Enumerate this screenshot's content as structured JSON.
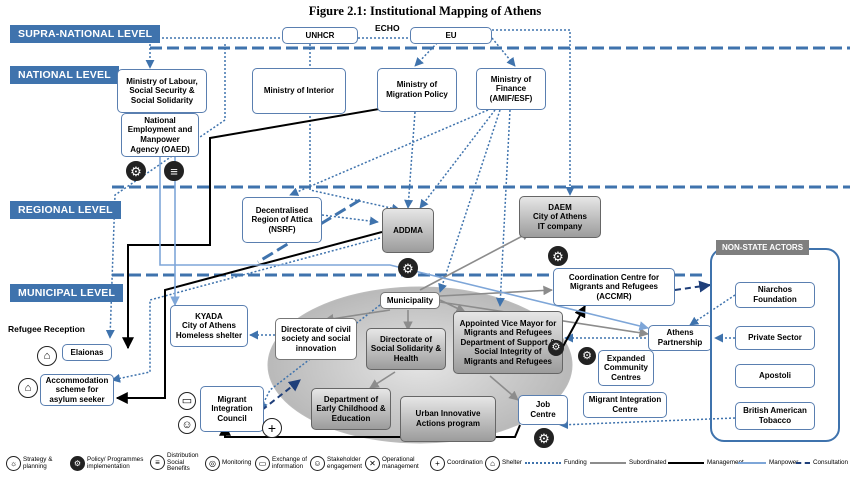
{
  "title": "Figure 2.1: Institutional Mapping of Athens",
  "levels": {
    "supra": "SUPRA-NATIONAL LEVEL",
    "national": "NATIONAL LEVEL",
    "regional": "REGIONAL LEVEL",
    "municipal": "MUNICIPAL LEVEL"
  },
  "nodes": {
    "unhcr": "UNHCR",
    "echo": "ECHO",
    "eu": "EU",
    "labour": "Ministry of Labour,\nSocial Security &\nSocial Solidarity",
    "oaed": "National\nEmployment and\nManpower\nAgency  (OAED)",
    "interior": "Ministry of Interior",
    "migration": "Ministry of\nMigration Policy",
    "finance": "Ministry of\nFinance\n(AMIF/ESF)",
    "attica": "Decentralised\nRegion of Attica\n(NSRF)",
    "addma": "ADDMA",
    "daem": "DAEM\nCity of Athens\nIT company",
    "municipality": "Municipality",
    "kyada": "KYADA\nCity of Athens\nHomeless shelter",
    "civil": "Directorate of civil\nsociety and social\ninnovation",
    "solidarity": "Directorate of\nSocial Solidarity &\nHealth",
    "vicemayor": "Appointed Vice Mayor for\nMigrants and Refugees\nDepartment of Support &\nSocial Integrity of\nMigrants and Refugees",
    "coordination": "Coordination Centre for\nMigrants and Refugees\n(ACCMR)",
    "athens_partnership": "Athens\nPartnership",
    "elaionas": "Elaionas",
    "accommodation": "Accommodation\nscheme for\nasylum seeker",
    "refugee_reception": "Refugee Reception",
    "integration_council": "Migrant\nIntegration\nCouncil",
    "early_childhood": "Department of\nEarly Childhood &\nEducation",
    "urban_innovative": "Urban Innovative\nActions program",
    "job_centre": "Job\nCentre",
    "expanded_centres": "Expanded\nCommunity\nCentres",
    "integration_centre": "Migrant Integration\nCentre"
  },
  "non_state": {
    "header": "NON-STATE ACTORS",
    "actors": [
      "Niarchos\nFoundation",
      "Private Sector",
      "Apostoli",
      "British American\nTobacco"
    ]
  },
  "legend": {
    "strategy": "Strategy &\nplanning",
    "policy": "Policy/ Programmes\nimplementation",
    "distribution": "Distribution\nSocial\nBenefits",
    "monitoring": "Monitoring",
    "exchange": "Exchange of\ninformation",
    "stakeholder": "Stakeholder\nengagement",
    "operational": "Operational\nmanagement",
    "coordination": "Coordination",
    "shelter": "Shelter",
    "funding": "Funding",
    "subordinated": "Subordinated",
    "management": "Management",
    "manpower": "Manpower",
    "consultation": "Consultation"
  },
  "colors": {
    "level_band": "#3f73ad",
    "funding": "#3f73ad",
    "subordinated": "#8c8c8c",
    "management": "#000000",
    "manpower": "#7ea6d8",
    "consultation": "#1f3f7a",
    "non_state_header": "#7f7f7f"
  }
}
